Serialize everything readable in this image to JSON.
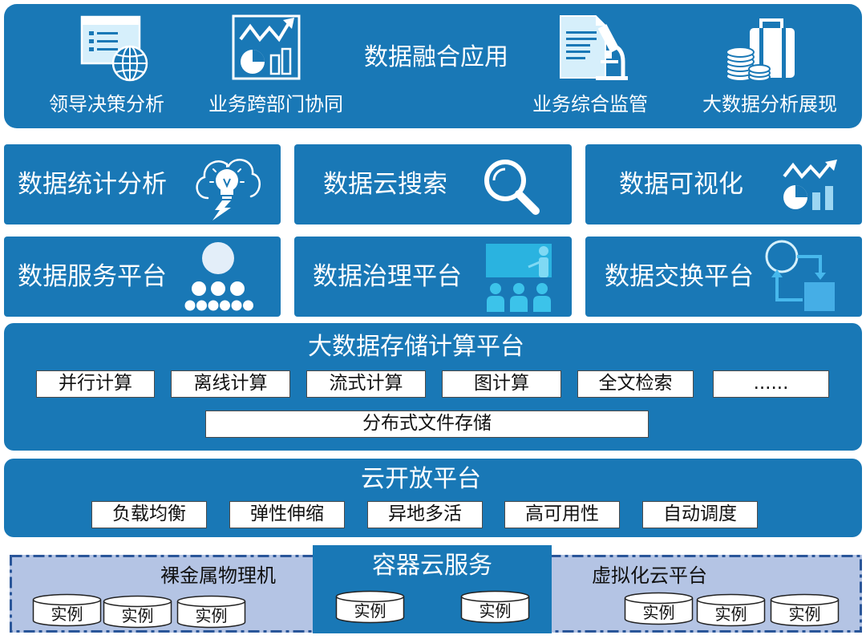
{
  "colors": {
    "primary_blue": "#1978b6",
    "infra_background": "#b4c4e4",
    "infra_border": "#2a5699",
    "accent_cyan": "#2ab3e0",
    "text_on_blue": "#ffffff",
    "text_on_white": "#111111"
  },
  "application_layer": {
    "title": "数据融合应用",
    "apps": [
      {
        "label": "领导决策分析",
        "icon": "window-globe-icon"
      },
      {
        "label": "业务跨部门协同",
        "icon": "chart-report-icon"
      },
      {
        "label": "业务综合监管",
        "icon": "document-microscope-icon"
      },
      {
        "label": "大数据分析展现",
        "icon": "suitcase-coins-icon"
      }
    ]
  },
  "data_services": [
    {
      "label": "数据统计分析",
      "icon": "cloud-lightbulb-icon"
    },
    {
      "label": "数据云搜索",
      "icon": "magnifier-icon"
    },
    {
      "label": "数据可视化",
      "icon": "chart-icon"
    },
    {
      "label": "数据服务平台",
      "icon": "people-pyramid-icon"
    },
    {
      "label": "数据治理平台",
      "icon": "presentation-icon"
    },
    {
      "label": "数据交换平台",
      "icon": "exchange-icon"
    }
  ],
  "storage_compute_platform": {
    "title": "大数据存储计算平台",
    "engines": [
      "并行计算",
      "离线计算",
      "流式计算",
      "图计算",
      "全文检索",
      "......"
    ],
    "file_storage": "分布式文件存储"
  },
  "cloud_open_platform": {
    "title": "云开放平台",
    "capabilities": [
      "负载均衡",
      "弹性伸缩",
      "异地多活",
      "高可用性",
      "自动调度"
    ]
  },
  "infrastructure": {
    "bare_metal": {
      "title": "裸金属物理机",
      "instances": [
        "实例",
        "实例",
        "实例"
      ]
    },
    "container_cloud": {
      "title": "容器云服务",
      "instances": [
        "实例",
        "实例"
      ]
    },
    "virtualization": {
      "title": "虚拟化云平台",
      "instances": [
        "实例",
        "实例",
        "实例"
      ]
    }
  }
}
